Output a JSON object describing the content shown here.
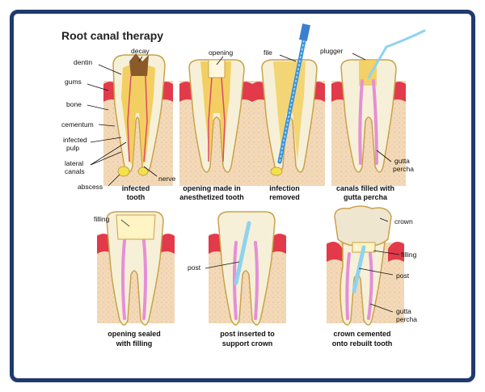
{
  "title": "Root canal therapy",
  "labels": {
    "decay": "decay",
    "dentin": "dentin",
    "gums": "gums",
    "bone": "bone",
    "cementum": "cementum",
    "infected": "infected",
    "pulp": "pulp",
    "lateral": "lateral",
    "canals": "canals",
    "abscess": "abscess",
    "nerve": "nerve",
    "opening": "opening",
    "file": "file",
    "plugger": "plugger",
    "gutta": "gutta",
    "percha": "percha",
    "filling": "filling",
    "post": "post",
    "crown": "crown"
  },
  "captions": {
    "c1": [
      "infected",
      "tooth"
    ],
    "c2": [
      "opening made in",
      "anesthetized tooth"
    ],
    "c3": [
      "infection",
      "removed"
    ],
    "c4": [
      "canals filled with",
      "gutta percha"
    ],
    "c5": [
      "opening sealed",
      "with filling"
    ],
    "c6": [
      "post inserted to",
      "support crown"
    ],
    "c7": [
      "crown cemented",
      "onto rebuilt tooth"
    ]
  },
  "colors": {
    "frame": "#1f3a6e",
    "bone": "#f3d9b8",
    "gum": "#e23a4a",
    "tooth_outline": "#c9a24b",
    "pulp": "#f2c94c",
    "gutta": "#e58fd6",
    "post": "#8fd3ee",
    "crown": "#efe6cf"
  }
}
